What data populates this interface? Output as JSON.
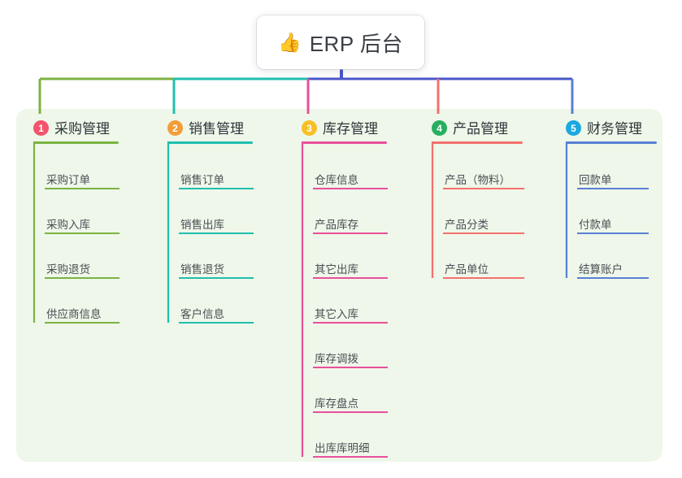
{
  "root": {
    "icon": "thumbs-up-icon",
    "emoji": "👍",
    "title": "ERP 后台"
  },
  "palette": {
    "panel_bg": "#eef7e9",
    "page_bg": "#ffffff",
    "bus_blue": "#4a57c8",
    "text_dark": "#2f343a",
    "text_leaf": "#4a4f56"
  },
  "columns": [
    {
      "number": "1",
      "title": "采购管理",
      "badge_color": "#f4536c",
      "line_color": "#7cb342",
      "items": [
        "采购订单",
        "采购入库",
        "采购退货",
        "供应商信息"
      ]
    },
    {
      "number": "2",
      "title": "销售管理",
      "badge_color": "#f29d38",
      "line_color": "#20bfae",
      "items": [
        "销售订单",
        "销售出库",
        "销售退货",
        "客户信息"
      ]
    },
    {
      "number": "3",
      "title": "库存管理",
      "badge_color": "#f6c026",
      "line_color": "#e8509b",
      "items": [
        "仓库信息",
        "产品库存",
        "其它出库",
        "其它入库",
        "库存调拨",
        "库存盘点",
        "出库库明细"
      ]
    },
    {
      "number": "4",
      "title": "产品管理",
      "badge_color": "#27ae60",
      "line_color": "#f4706e",
      "items": [
        "产品（物料）",
        "产品分类",
        "产品单位"
      ]
    },
    {
      "number": "5",
      "title": "财务管理",
      "badge_color": "#1ba9e0",
      "line_color": "#5a7fd4",
      "items": [
        "回款单",
        "付款单",
        "结算账户"
      ]
    }
  ]
}
